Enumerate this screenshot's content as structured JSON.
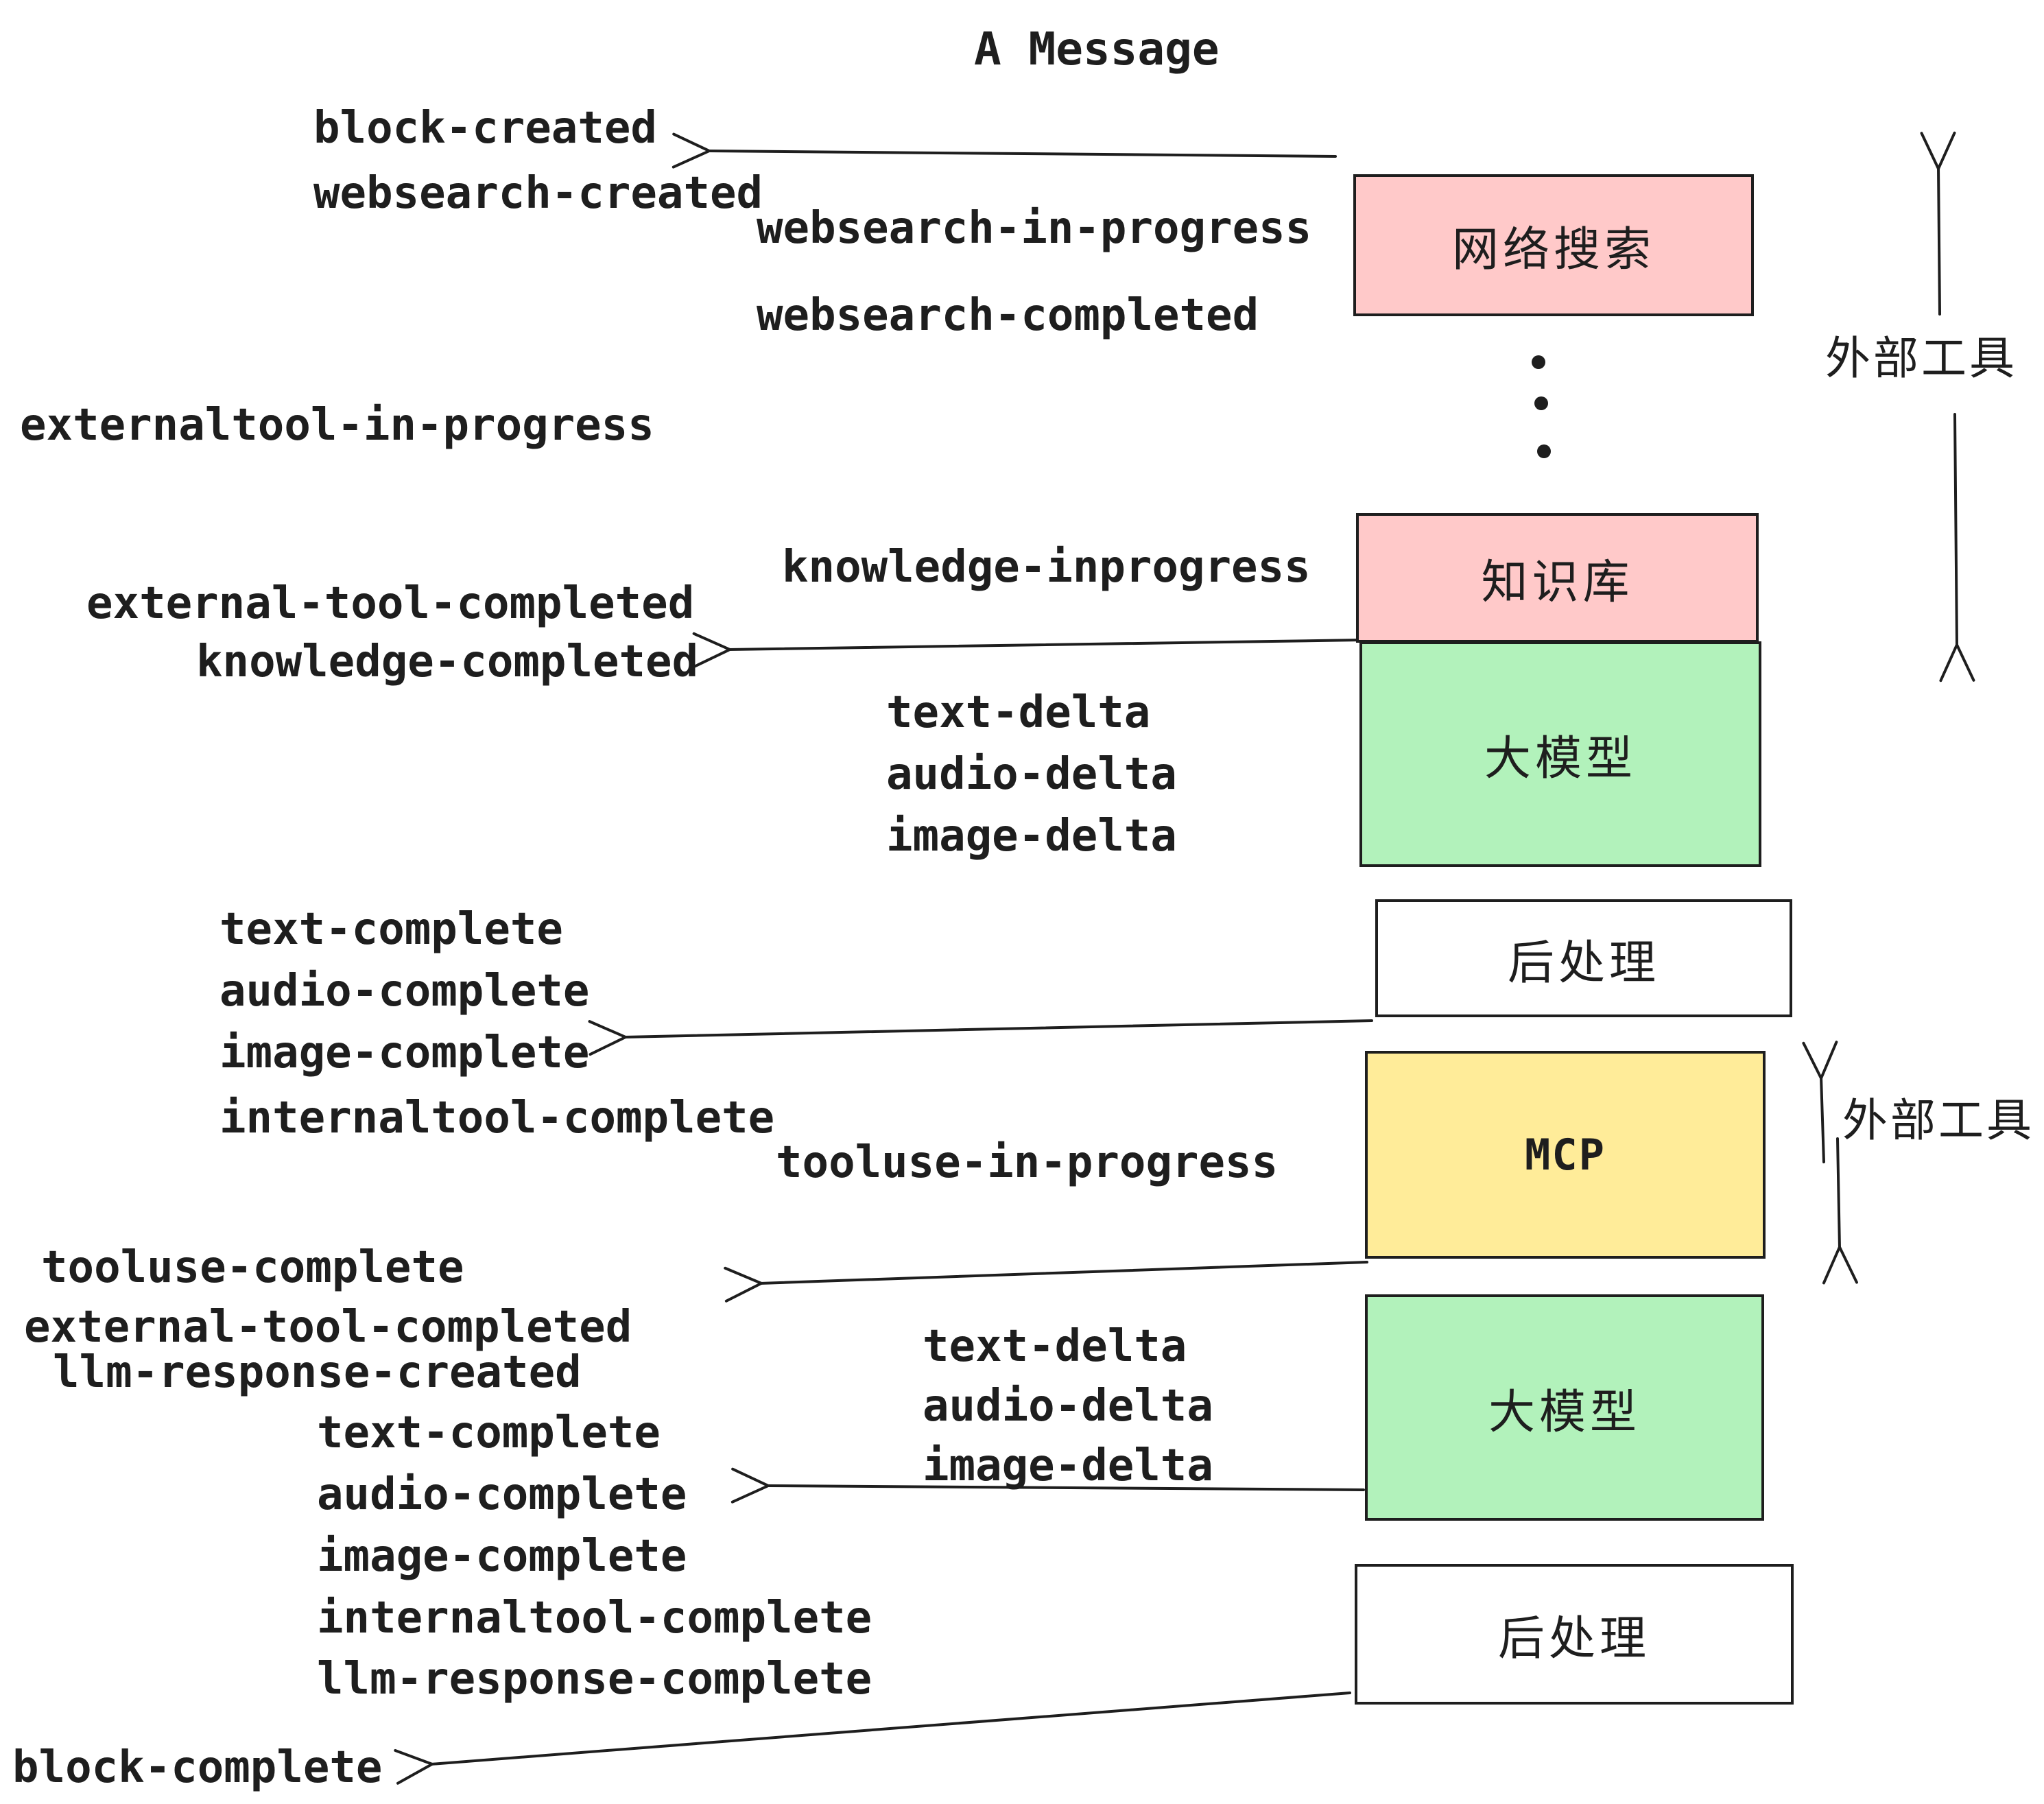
{
  "title": "A Message",
  "colors": {
    "box_pink": "#ffc9c9",
    "box_green": "#b2f2bb",
    "box_yellow": "#ffec99",
    "box_white": "#ffffff",
    "stroke": "#1e1e1e"
  },
  "boxes": {
    "websearch": {
      "label": "网络搜索"
    },
    "knowledge": {
      "label": "知识库"
    },
    "llm_top": {
      "label": "大模型"
    },
    "post_top": {
      "label": "后处理"
    },
    "mcp": {
      "label": "MCP"
    },
    "llm_bottom": {
      "label": "大模型"
    },
    "post_bottom": {
      "label": "后处理"
    }
  },
  "annotations": {
    "external_tools_top": "外部工具",
    "external_tools_mid": "外部工具"
  },
  "events": {
    "block_created": "block-created",
    "websearch_created": "websearch-created",
    "websearch_in_progress": "websearch-in-progress",
    "websearch_completed": "websearch-completed",
    "externaltool_in_progress": "externaltool-in-progress",
    "knowledge_inprogress": "knowledge-inprogress",
    "external_tool_completed": "external-tool-completed",
    "knowledge_completed": "knowledge-completed",
    "text_delta_1": "text-delta",
    "audio_delta_1": "audio-delta",
    "image_delta_1": "image-delta",
    "text_complete_1": "text-complete",
    "audio_complete_1": "audio-complete",
    "image_complete_1": "image-complete",
    "internaltool_complete_1": "internaltool-complete",
    "tooluse_in_progress": "tooluse-in-progress",
    "tooluse_complete": "tooluse-complete",
    "external_tool_completed_2": "external-tool-completed",
    "llm_response_created": "llm-response-created",
    "text_complete_2": "text-complete",
    "audio_complete_2": "audio-complete",
    "image_complete_2": "image-complete",
    "internaltool_complete_2": "internaltool-complete",
    "llm_response_complete": "llm-response-complete",
    "block_complete": "block-complete",
    "text_delta_2": "text-delta",
    "audio_delta_2": "audio-delta",
    "image_delta_2": "image-delta"
  }
}
